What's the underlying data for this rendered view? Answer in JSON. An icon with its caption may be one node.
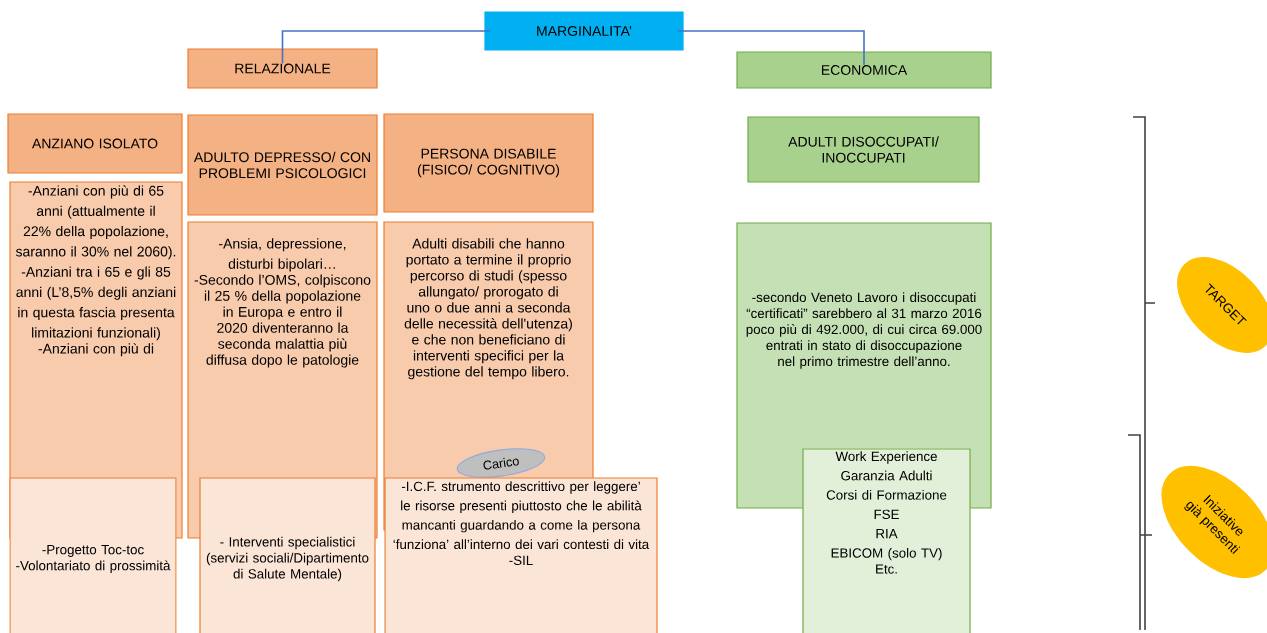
{
  "diagram": {
    "nodes": [
      {
        "text": [
          "MARGINALITA’"
        ]
      },
      {
        "text": [
          "RELAZIONALE"
        ]
      },
      {
        "text": [
          "ECONOMICA"
        ]
      },
      {
        "text": [
          "ANZIANO ISOLATO"
        ]
      },
      {
        "text": [
          "ADULTO DEPRESSO/ CON PROBLEMI PSICOLOGICI"
        ]
      },
      {
        "text": [
          "PERSONA DISABILE (FISICO/ COGNITIVO)"
        ]
      },
      {
        "text": [
          "ADULTI DISOCCUPATI/ INOCCUPATI"
        ]
      },
      {
        "text": [
          "-Anziani con più di 65 anni (attualmente il 22% della popolazione, saranno il 30% nel 2060).",
          "-Anziani tra i 65 e gli 85 anni (L’8,5% degli anziani in questa fascia presenta limitazioni funzionali)",
          "-Anziani con più di"
        ]
      },
      {
        "text": [
          "-Ansia, depressione, disturbi bipolari…",
          "-Secondo l’OMS, colpiscono il 25 % della popolazione in Europa e entro il 2020 diventeranno la seconda malattia più diffusa dopo le patologie"
        ]
      },
      {
        "text": [
          "Adulti disabili che hanno portato a termine il proprio percorso di studi (spesso allungato/ prorogato di uno o due anni a seconda delle necessità dell'utenza) e che non beneficiano di interventi specifici per la gestione del tempo libero."
        ]
      },
      {
        "text": [
          "Carico"
        ],
        "in": 9
      },
      {
        "text": [
          "-secondo Veneto Lavoro i disoccupati “certificati” sarebbero al 31 marzo 2016 poco più di 492.000, di cui circa 69.000 entrati in stato di disoccupazione nel primo trimestre dell’anno."
        ]
      },
      {
        "text": [
          "TARGET"
        ]
      },
      {
        "text": [
          "-Progetto Toc-toc",
          "-Volontariato di prossimità"
        ]
      },
      {
        "text": [
          "- Interventi specialistici (servizi sociali/Dipartimento di Salute Mentale)"
        ]
      },
      {
        "text": [
          "-I.C.F. strumento descrittivo per leggere’ le risorse presenti piuttosto che le abilità mancanti guardando a come la persona ‘funziona’ all’interno dei vari contesti di vita",
          "-SIL"
        ]
      },
      {
        "text": [
          "Work Experience",
          "Garanzia Adulti",
          "Corsi di Formazione",
          "FSE",
          "RIA",
          "EBICOM (solo TV)",
          "Etc."
        ]
      },
      {
        "text": [
          "Iniziative già presenti"
        ]
      }
    ],
    "edges": [
      {
        "from": 0,
        "to": 1,
        "arrow": "none"
      },
      {
        "from": 0,
        "to": 2,
        "arrow": "none"
      }
    ]
  }
}
